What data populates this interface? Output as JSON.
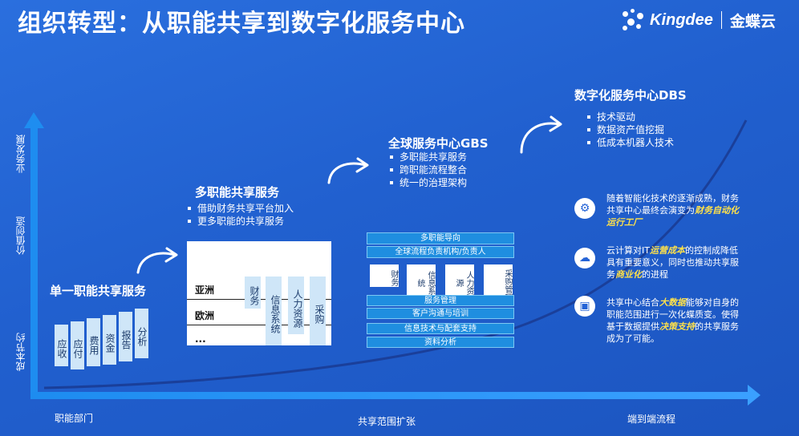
{
  "title": "组织转型：从职能共享到数字化服务中心",
  "logo": {
    "brand": "Kingdee",
    "cn": "金蝶云"
  },
  "y_axis": {
    "labels": [
      "业务发展",
      "价值创造",
      "成本节约"
    ]
  },
  "x_axis": {
    "labels": [
      "职能部门",
      "共享范围扩张",
      "端到端流程"
    ]
  },
  "stage1": {
    "title": "单一职能共享服务",
    "bars": [
      "应收",
      "应付",
      "费用",
      "资金",
      "报告",
      "分析"
    ]
  },
  "stage2": {
    "title": "多职能共享服务",
    "bullets": [
      "借助财务共享平台加入",
      "更多职能的共享服务"
    ],
    "rows": [
      "亚洲",
      "欧洲",
      "..."
    ],
    "cols": [
      "财务",
      "信息系统",
      "人力资源",
      "采购"
    ]
  },
  "stage3": {
    "title": "全球服务中心GBS",
    "bullets": [
      "多职能共享服务",
      "跨职能流程整合",
      "统一的治理架构"
    ],
    "top_bars": [
      "多职能导向",
      "全球流程负责机构/负责人"
    ],
    "cols": [
      "财务",
      "信息系统",
      "人力资源",
      "采购管理"
    ],
    "bottom_bars": [
      "服务管理",
      "客户沟通与培训",
      "信息技术与配套支持",
      "资料分析"
    ]
  },
  "stage4": {
    "title": "数字化服务中心DBS",
    "bullets": [
      "技术驱动",
      "数据资产值挖掘",
      "低成本机器人技术"
    ]
  },
  "features": [
    {
      "icon": "robot-icon",
      "pre": "随着智能化技术的逐渐成熟，财务共享中心最终会演变为",
      "em": "财务自动化运行工厂",
      "post": ""
    },
    {
      "icon": "cloud-icon",
      "pre": "云计算对IT",
      "em": "运营成本",
      "post": "的控制成降低具有重要意义，同时也推动共享服务",
      "em2": "商业化",
      "post2": "的进程"
    },
    {
      "icon": "chip-icon",
      "pre": "共享中心结合",
      "em": "大数据",
      "post": "能够对自身的职能范围进行一次化蝶质变。使得基于数据提供",
      "em2": "决策支持",
      "post2": "的共享服务成为了可能。"
    }
  ]
}
